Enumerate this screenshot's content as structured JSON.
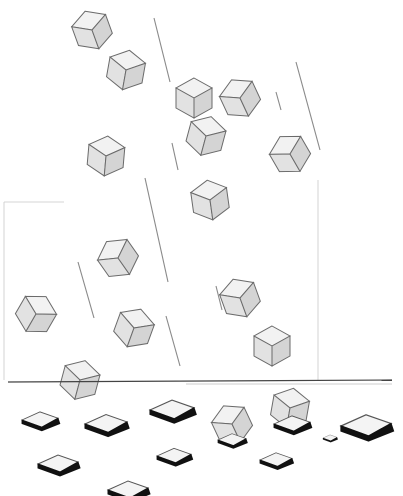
{
  "scene": {
    "description_free": true,
    "colors": {
      "background": "#ffffff",
      "cube_fill": "#e6e6e6",
      "cube_top": "#f2f2f2",
      "cube_side": "#d2d2d2",
      "edge": "#6a6a6a",
      "shadow": "#111111",
      "streak": "#8a8a8a",
      "ground_line": "#444444"
    },
    "objects": [
      {
        "kind": "falling-cube"
      },
      {
        "kind": "falling-cube"
      },
      {
        "kind": "falling-cube"
      },
      {
        "kind": "falling-cube"
      },
      {
        "kind": "falling-cube"
      },
      {
        "kind": "falling-cube"
      },
      {
        "kind": "falling-cube"
      },
      {
        "kind": "falling-cube"
      },
      {
        "kind": "falling-cube"
      },
      {
        "kind": "falling-cube"
      },
      {
        "kind": "falling-cube"
      },
      {
        "kind": "falling-cube"
      },
      {
        "kind": "falling-cube"
      },
      {
        "kind": "falling-cube"
      },
      {
        "kind": "falling-cube"
      },
      {
        "kind": "falling-cube"
      }
    ],
    "landed": [
      {
        "kind": "flattened-cube"
      },
      {
        "kind": "flattened-cube"
      },
      {
        "kind": "flattened-cube"
      },
      {
        "kind": "flattened-cube"
      },
      {
        "kind": "flattened-cube"
      },
      {
        "kind": "flattened-cube"
      },
      {
        "kind": "flattened-cube"
      },
      {
        "kind": "flattened-cube"
      },
      {
        "kind": "flattened-cube"
      },
      {
        "kind": "flattened-cube"
      },
      {
        "kind": "flattened-cube"
      }
    ]
  }
}
